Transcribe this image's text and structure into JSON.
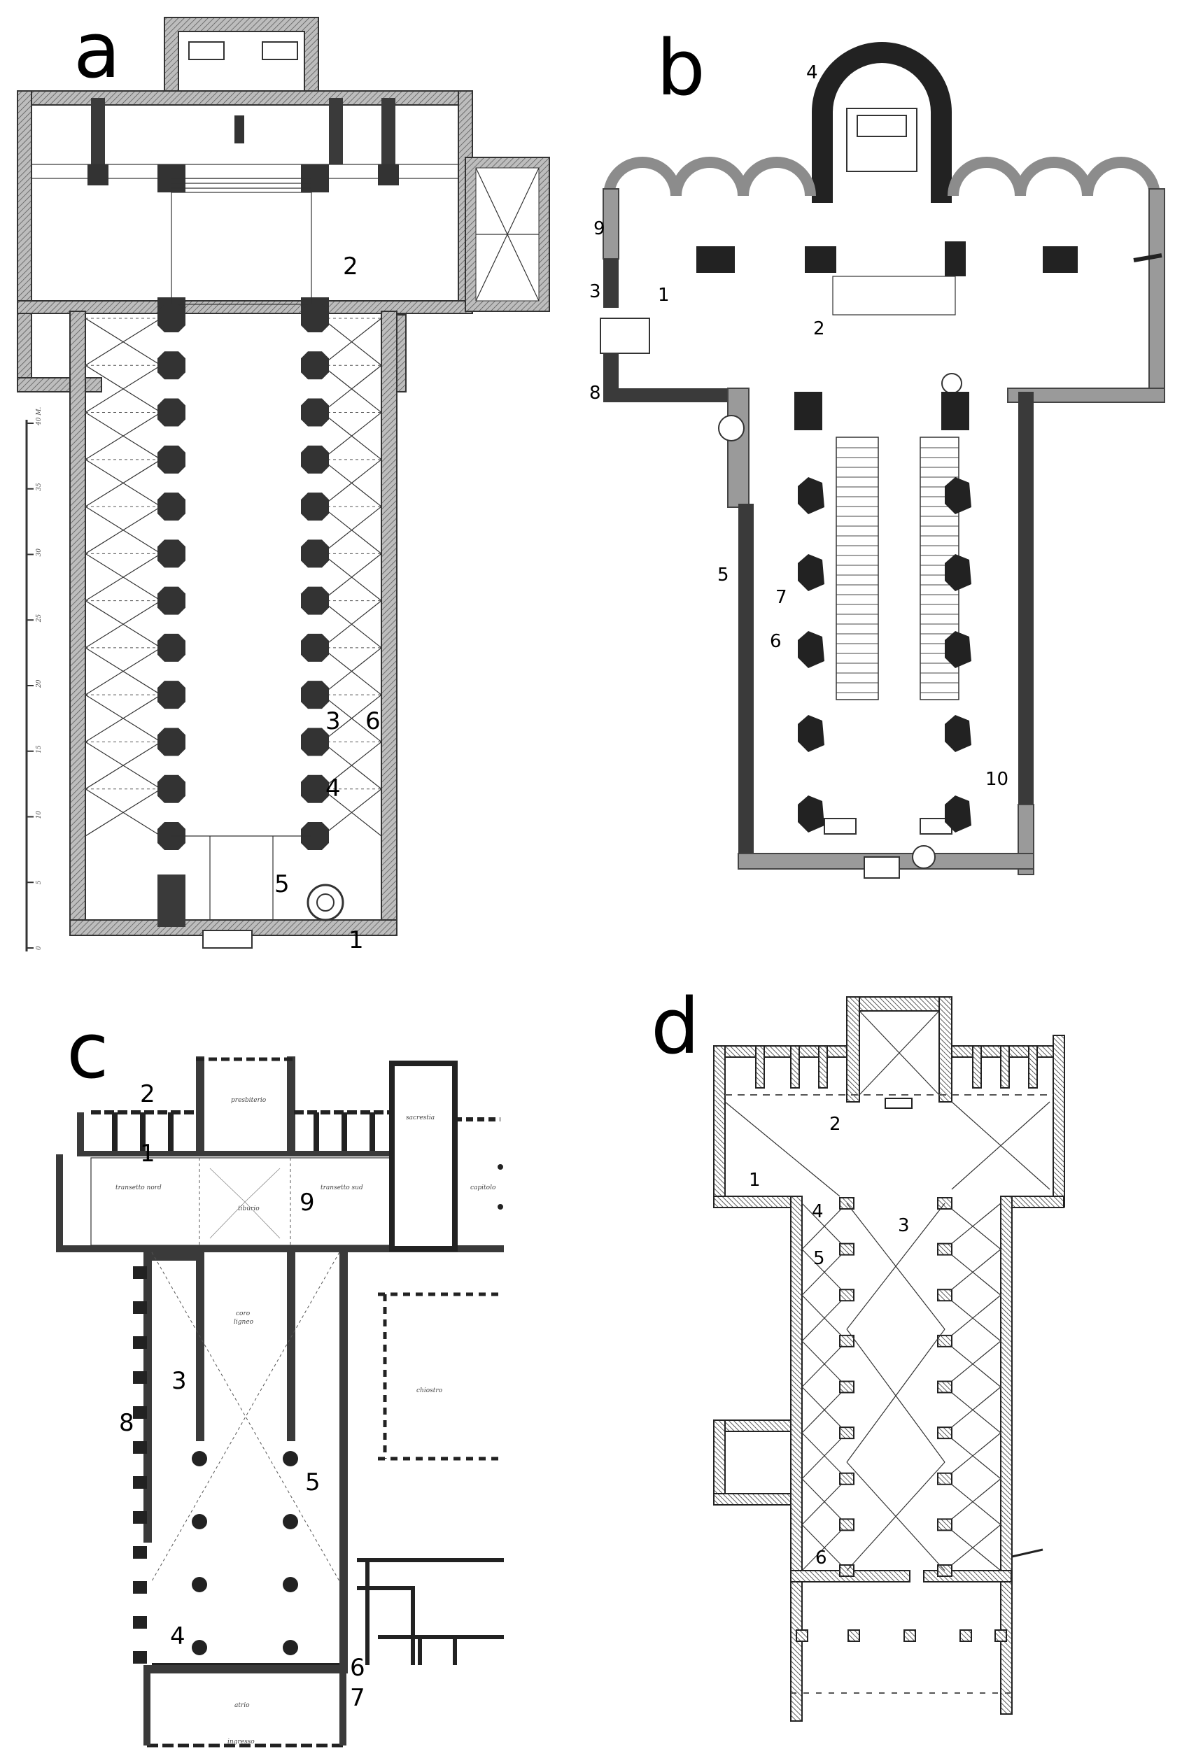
{
  "panels": [
    {
      "id": "a",
      "letter": "a",
      "labels": [
        "1",
        "2",
        "3",
        "4",
        "5",
        "6"
      ]
    },
    {
      "id": "b",
      "letter": "b",
      "labels": [
        "1",
        "2",
        "3",
        "4",
        "5",
        "6",
        "7",
        "8",
        "9",
        "10"
      ]
    },
    {
      "id": "c",
      "letter": "c",
      "labels": [
        "1",
        "2",
        "3",
        "4",
        "5",
        "6",
        "7",
        "8",
        "9"
      ],
      "room_names": {
        "presbiterio": "presbiterio",
        "sacrestia": "sacrestia",
        "transetto_nord": "transetto nord",
        "transetto_sud": "transetto sud",
        "tiburio": "tiburio",
        "capitolo": "capitolo",
        "coro_ligneo_1": "coro",
        "coro_ligneo_2": "ligneo",
        "chiostro": "chiostro",
        "atrio": "atrio",
        "ingresso": "ingresso"
      }
    },
    {
      "id": "d",
      "letter": "d",
      "labels": [
        "1",
        "2",
        "3",
        "4",
        "5",
        "6"
      ]
    }
  ],
  "scale_bar_a": {
    "ticks": [
      "0",
      "5",
      "10",
      "15",
      "20",
      "25",
      "30",
      "35",
      "40 M."
    ]
  },
  "colors": {
    "wall_dark": "#3a3a3a",
    "wall_grey": "#9a9a9a",
    "ink": "#000000"
  }
}
